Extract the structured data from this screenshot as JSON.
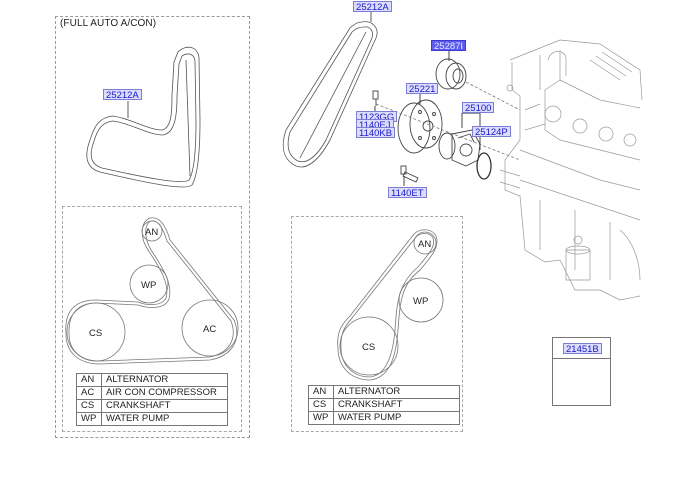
{
  "diagram": {
    "left_panel": {
      "caption": "(FULL AUTO A/CON)",
      "belt_part_tag": "25212A",
      "routing": {
        "pulleys": [
          {
            "code": "AN"
          },
          {
            "code": "WP"
          },
          {
            "code": "CS"
          },
          {
            "code": "AC"
          }
        ],
        "legend": [
          {
            "code": "AN",
            "name": "ALTERNATOR"
          },
          {
            "code": "AC",
            "name": "AIR CON COMPRESSOR"
          },
          {
            "code": "CS",
            "name": "CRANKSHAFT"
          },
          {
            "code": "WP",
            "name": "WATER PUMP"
          }
        ]
      }
    },
    "center": {
      "belt_part_tag": "25212A",
      "parts": [
        {
          "id": "25287I",
          "highlighted": true
        },
        {
          "id": "25221",
          "highlighted": false
        },
        {
          "id": "1123GG",
          "highlighted": false
        },
        {
          "id": "1140EJ",
          "highlighted": false
        },
        {
          "id": "1140KB",
          "highlighted": false
        },
        {
          "id": "25100",
          "highlighted": false
        },
        {
          "id": "25124P",
          "highlighted": false
        },
        {
          "id": "1140ET",
          "highlighted": false
        }
      ],
      "routing": {
        "pulleys": [
          {
            "code": "AN"
          },
          {
            "code": "WP"
          },
          {
            "code": "CS"
          }
        ],
        "legend": [
          {
            "code": "AN",
            "name": "ALTERNATOR"
          },
          {
            "code": "CS",
            "name": "CRANKSHAFT"
          },
          {
            "code": "WP",
            "name": "WATER PUMP"
          }
        ]
      }
    },
    "inset": {
      "part_tag": "21451B"
    },
    "colors": {
      "tag_bg": "#dcdcfb",
      "tag_text": "#1a1acc",
      "tag_highlight_bg": "#5b5bf0",
      "line": "#555555"
    }
  }
}
